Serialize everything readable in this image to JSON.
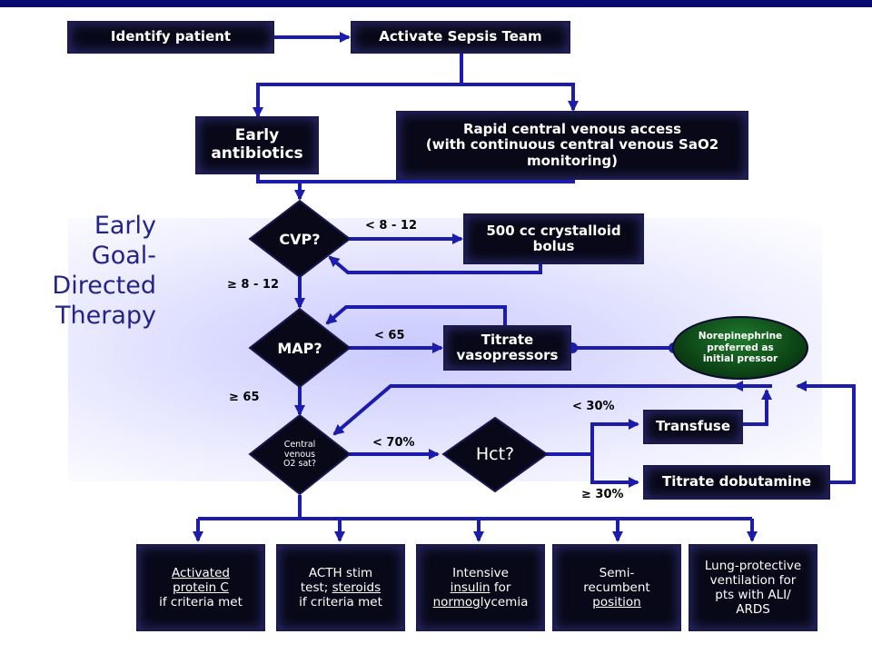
{
  "title_lines": [
    "Early",
    "Goal-",
    "Directed",
    "Therapy"
  ],
  "boxes": {
    "identify": "Identify patient",
    "activate": "Activate Sepsis Team",
    "antibiotics": [
      "Early",
      "antibiotics"
    ],
    "access": [
      "Rapid central venous access",
      "(with continuous central venous SaO2",
      "monitoring)"
    ],
    "bolus": [
      "500 cc crystalloid",
      "bolus"
    ],
    "vasopressors": [
      "Titrate",
      "vasopressors"
    ],
    "transfuse": "Transfuse",
    "dobutamine": "Titrate dobutamine"
  },
  "decisions": {
    "cvp": "CVP?",
    "map": "MAP?",
    "o2sat": [
      "Central",
      "venous",
      "O2 sat?"
    ],
    "hct": "Hct?"
  },
  "edge_labels": {
    "cvp_low": "< 8 - 12",
    "cvp_ok": "≥ 8 - 12",
    "map_low": "< 65",
    "map_ok": "≥ 65",
    "o2_low": "< 70%",
    "hct_low": "< 30%",
    "hct_ok": "≥ 30%"
  },
  "norepinephrine": [
    "Norepinephrine",
    "preferred as",
    "initial pressor"
  ],
  "bottom": {
    "protein_c": {
      "line1": "Activated",
      "line2": "protein C",
      "line3": "if criteria met"
    },
    "acth": {
      "line1": "ACTH stim",
      "line2a": "test; ",
      "line2b": "steroids",
      "line3": "if criteria met"
    },
    "insulin": {
      "line1": "Intensive",
      "line2a": "insulin",
      "line2b": " for",
      "line3a": "normog",
      "line3b": "lycemia"
    },
    "semi": {
      "line1": "Semi-",
      "line2": "recumbent",
      "line3": "position"
    },
    "lung": {
      "line1": "Lung-protective",
      "line2": "ventilation for",
      "line3": "pts with ALI/",
      "line4": "ARDS"
    }
  },
  "colors": {
    "arrow": "#1c1caa",
    "box": "#080818",
    "title": "#23238a",
    "band": "#0a0a6e",
    "ellipse": "#0a3d12"
  }
}
